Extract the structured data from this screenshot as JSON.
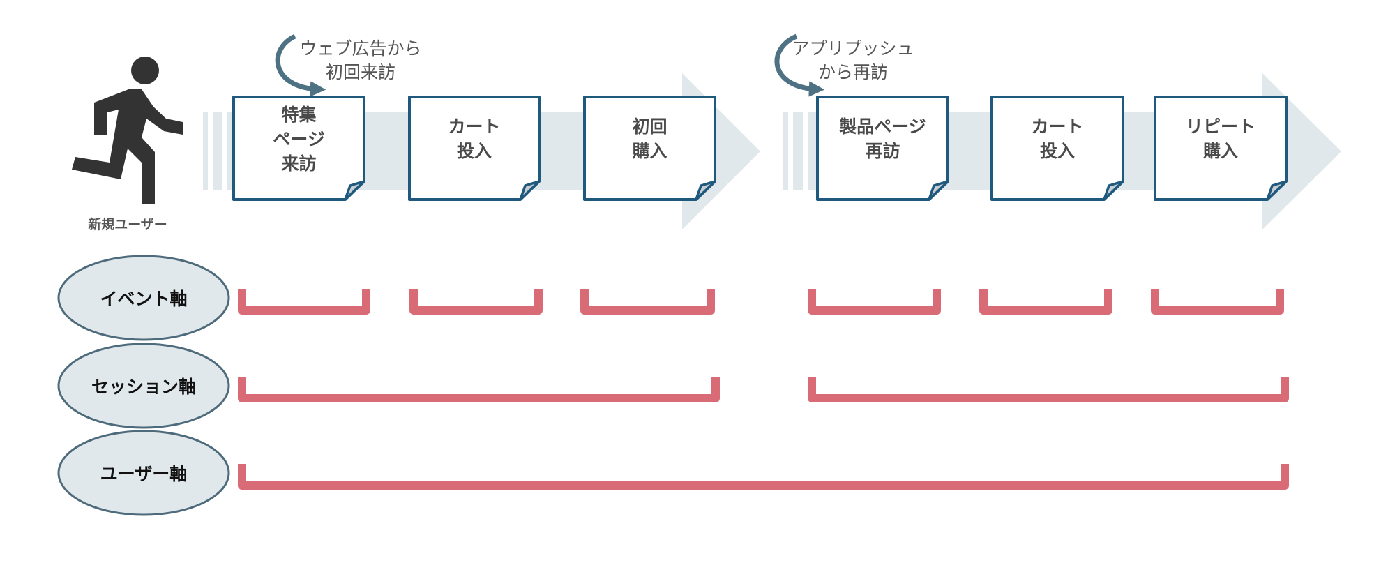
{
  "diagram": {
    "title": "ユーザー行動と計測軸",
    "actor": {
      "icon": "running-person-icon",
      "label": "新規ユーザー"
    },
    "colors": {
      "arrow_band": "#e1e8ec",
      "card_border": "#1f5a7e",
      "card_fold": "#c9ced2",
      "curve_arrow": "#4e7283",
      "bracket": "#d96b77",
      "axis_fill": "#e1e8ec",
      "axis_border": "#4e6b7b",
      "runner": "#333333"
    },
    "sessions": [
      {
        "entry_note": [
          "ウェブ広告から",
          "初回来訪"
        ],
        "steps": [
          {
            "lines": [
              "特集",
              "ページ",
              "来訪"
            ]
          },
          {
            "lines": [
              "カート",
              "投入"
            ]
          },
          {
            "lines": [
              "初回",
              "購入"
            ]
          }
        ]
      },
      {
        "entry_note": [
          "アプリプッシュ",
          "から再訪"
        ],
        "steps": [
          {
            "lines": [
              "製品ページ",
              "再訪"
            ]
          },
          {
            "lines": [
              "カート",
              "投入"
            ]
          },
          {
            "lines": [
              "リピート",
              "購入"
            ]
          }
        ]
      }
    ],
    "axes": [
      {
        "label": "イベント軸",
        "scope": "event",
        "spans": [
          [
            1,
            1
          ],
          [
            2,
            2
          ],
          [
            3,
            3
          ],
          [
            4,
            4
          ],
          [
            5,
            5
          ],
          [
            6,
            6
          ]
        ]
      },
      {
        "label": "セッション軸",
        "scope": "session",
        "spans": [
          [
            1,
            3
          ],
          [
            4,
            6
          ]
        ]
      },
      {
        "label": "ユーザー軸",
        "scope": "user",
        "spans": [
          [
            1,
            6
          ]
        ]
      }
    ]
  }
}
